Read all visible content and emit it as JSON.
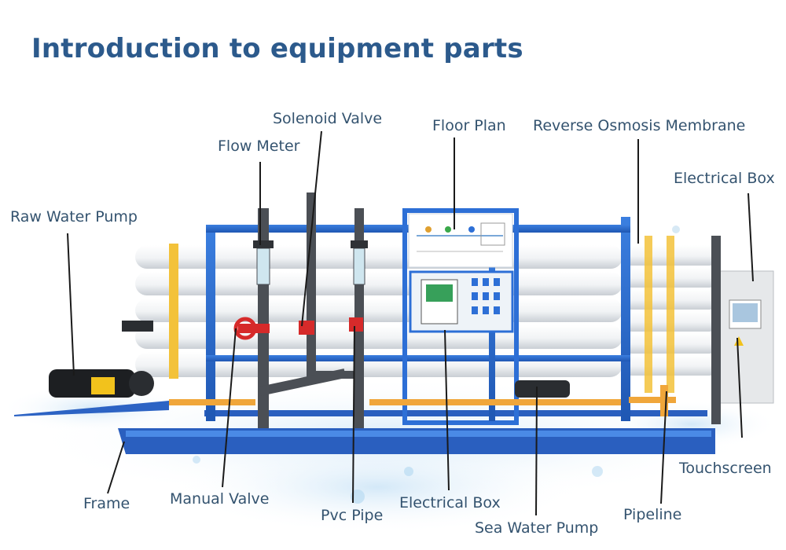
{
  "title": "Introduction to equipment parts",
  "callouts": {
    "solenoid_valve": "Solenoid Valve",
    "floor_plan": "Floor Plan",
    "reverse_osmosis_membrane": "Reverse Osmosis Membrane",
    "flow_meter": "Flow Meter",
    "electrical_box_top": "Electrical Box",
    "raw_water_pump": "Raw Water Pump",
    "touchscreen": "Touchscreen",
    "frame": "Frame",
    "manual_valve": "Manual Valve",
    "electrical_box_bottom": "Electrical Box",
    "pipeline": "Pipeline",
    "pvc_pipe": "Pvc Pipe",
    "sea_water_pump": "Sea Water Pump"
  },
  "colors": {
    "title": "#2c5a8c",
    "label": "#34536f",
    "frame_blue": "#2d6fd6",
    "pipe_orange": "#f0a63a",
    "membrane_white": "#f4f6f8"
  }
}
